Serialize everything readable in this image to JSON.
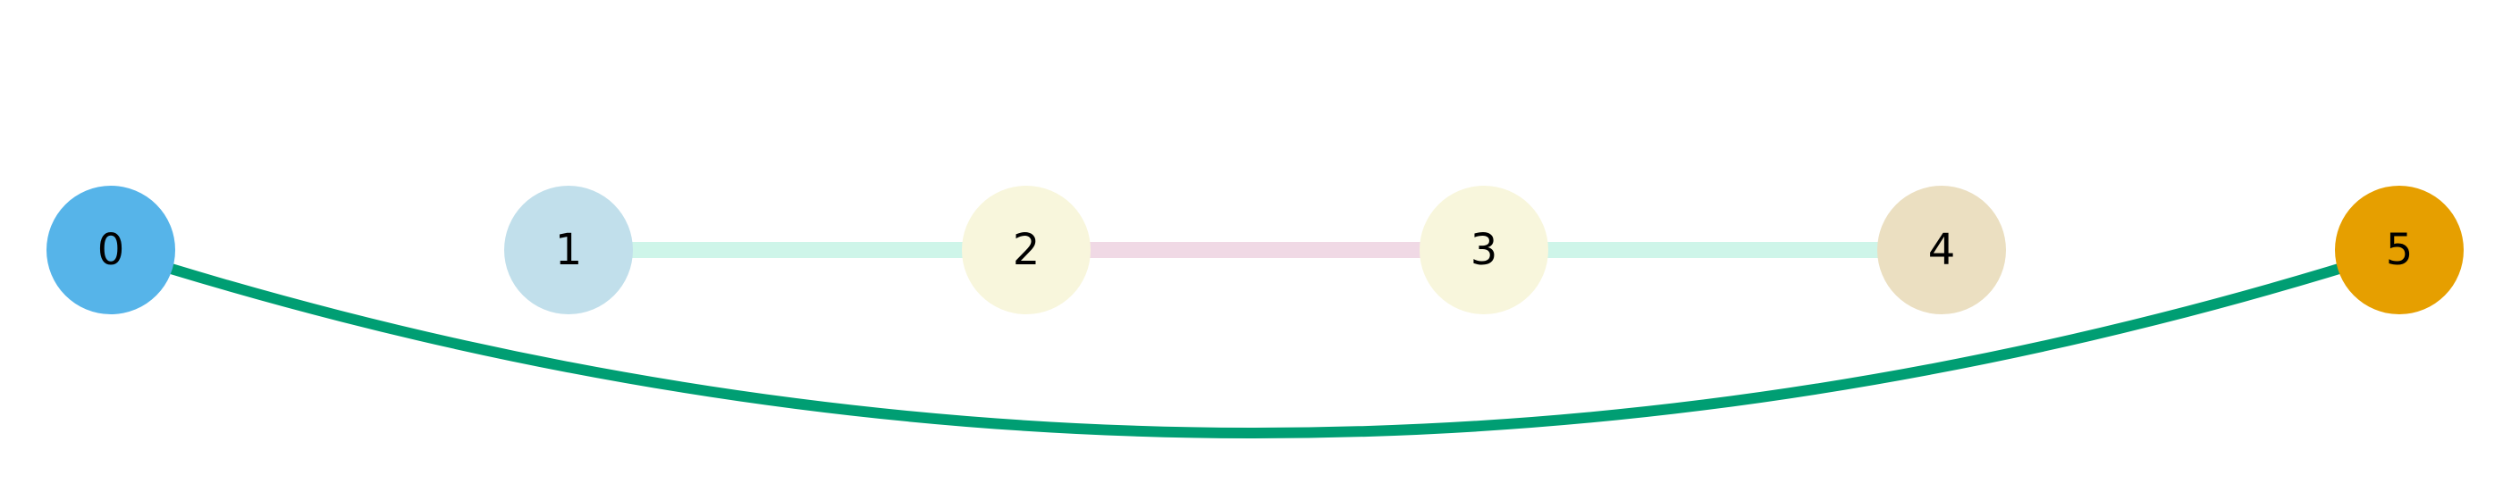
{
  "nodes": [
    {
      "id": "0",
      "label": "0",
      "color": "#56b4e9"
    },
    {
      "id": "1",
      "label": "1",
      "color": "#c1dfeb"
    },
    {
      "id": "2",
      "label": "2",
      "color": "#f8f6dc"
    },
    {
      "id": "3",
      "label": "3",
      "color": "#f8f6dc"
    },
    {
      "id": "4",
      "label": "4",
      "color": "#ebdfc1"
    },
    {
      "id": "5",
      "label": "5",
      "color": "#e69f00"
    }
  ],
  "edges": [
    {
      "source": "1",
      "target": "2",
      "color": "#cef5e9",
      "style": "straight"
    },
    {
      "source": "2",
      "target": "3",
      "color": "#f0d9e5",
      "style": "straight"
    },
    {
      "source": "3",
      "target": "4",
      "color": "#cef5e9",
      "style": "straight"
    },
    {
      "source": "0",
      "target": "5",
      "color": "#009e73",
      "style": "arc-below"
    }
  ]
}
